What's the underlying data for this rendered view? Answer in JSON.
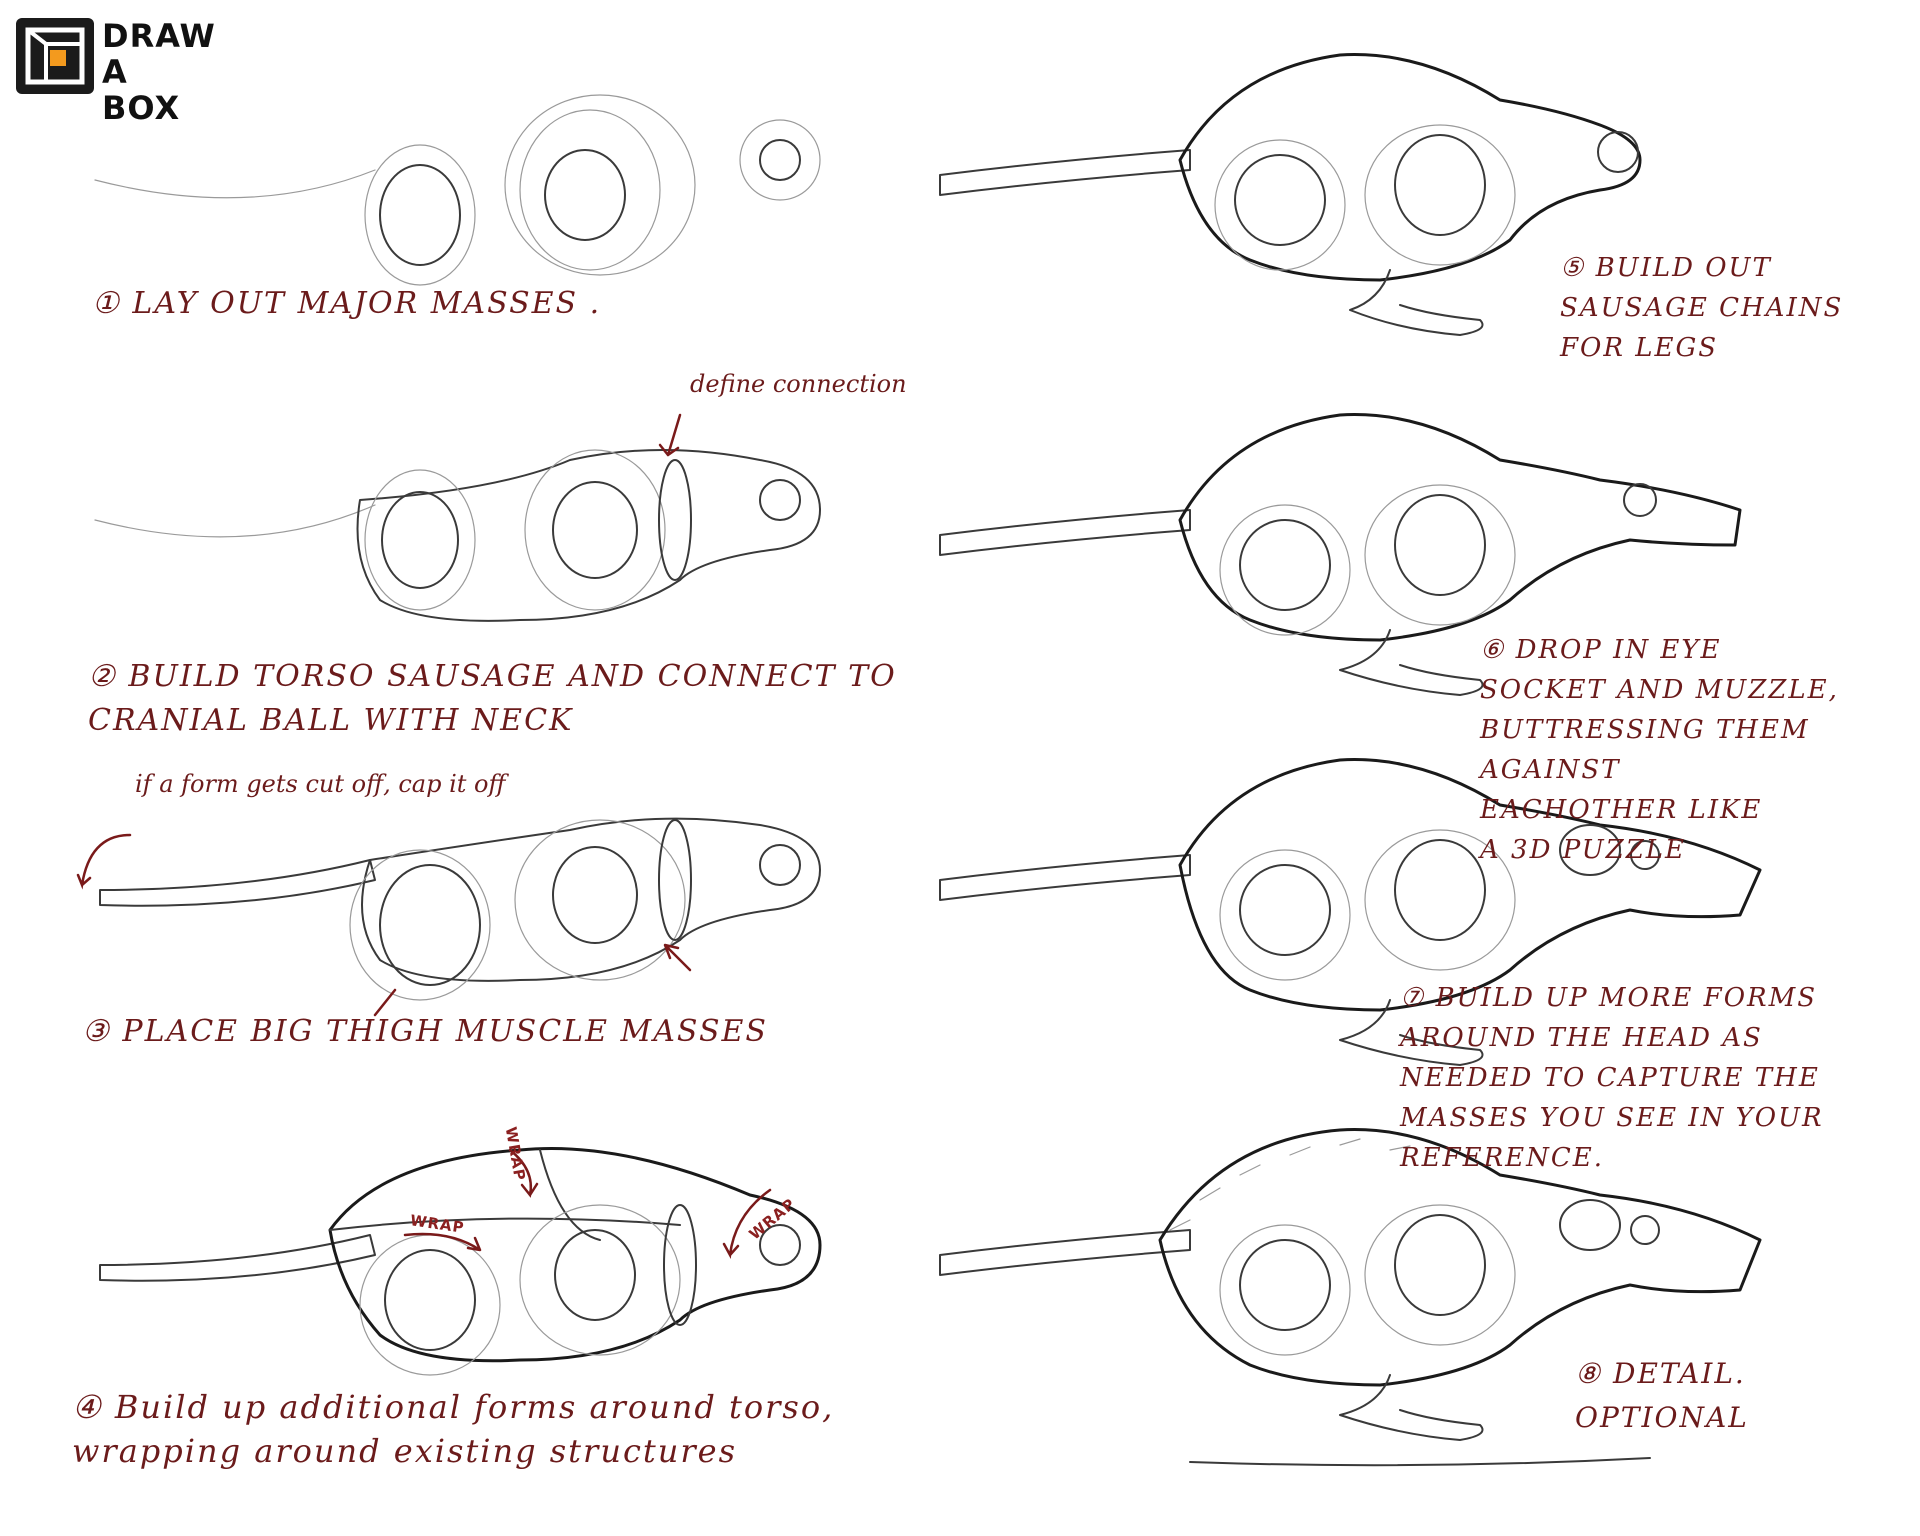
{
  "logo": {
    "line1": "DRAW",
    "line2": "A BOX",
    "icon": "box-logo-icon"
  },
  "steps": [
    {
      "id": 1,
      "text": "① LAY OUT MAJOR MASSES ."
    },
    {
      "id": 2,
      "text": "② BUILD TORSO  SAUSAGE AND CONNECT TO\n    CRANIAL BALL WITH NECK"
    },
    {
      "id": 3,
      "text": "③ PLACE BIG THIGH MUSCLE MASSES"
    },
    {
      "id": 4,
      "text": "④ Build up additional forms around torso,\n    wrapping around existing structures"
    },
    {
      "id": 5,
      "text": "⑤ BUILD OUT\nSAUSAGE CHAINS\n  FOR LEGS"
    },
    {
      "id": 6,
      "text": "⑥ DROP IN EYE\n  SOCKET AND MUZZLE,\nBUTTRESSING THEM AGAINST\n    EACHOTHER LIKE\n        A 3D PUZZLE"
    },
    {
      "id": 7,
      "text": "⑦ BUILD UP MORE FORMS\nAROUND THE HEAD AS\nNEEDED TO CAPTURE THE\nMASSES YOU SEE IN YOUR\n          REFERENCE."
    },
    {
      "id": 8,
      "text": "⑧ DETAIL. OPTIONAL"
    }
  ],
  "notes": {
    "define_connection": "define connection",
    "cap_it_off": "if a form gets cut off, cap it off"
  },
  "wrap_labels": {
    "top": "WRAP",
    "left": "WRAP",
    "right": "WRAP"
  }
}
